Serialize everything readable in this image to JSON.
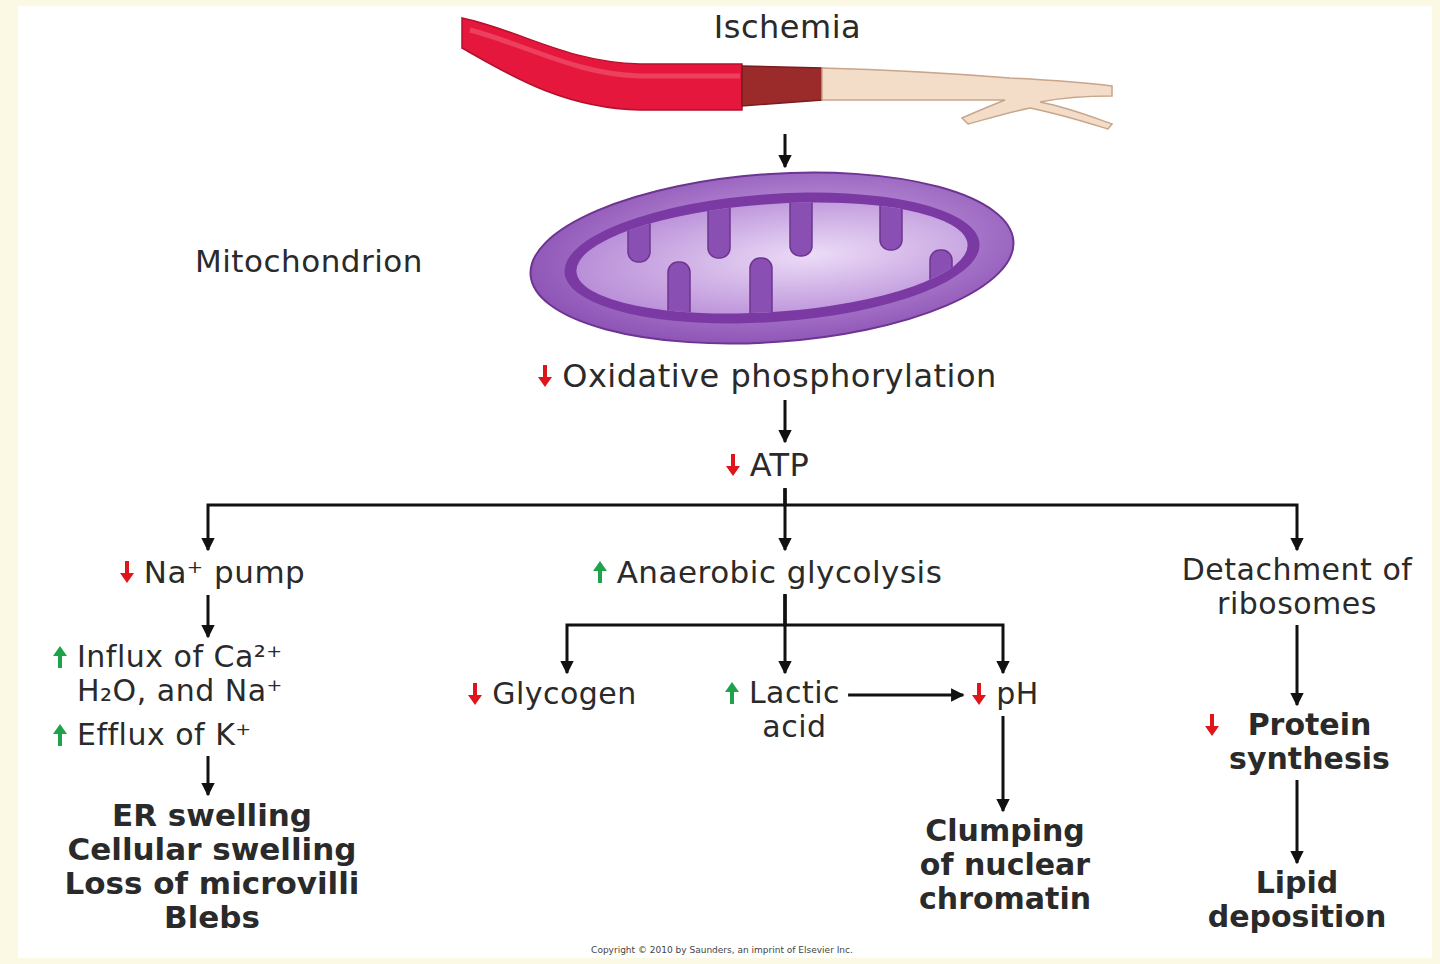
{
  "diagram": {
    "nodes": [
      {
        "text": [
          "Ischemia"
        ]
      },
      {
        "text": [
          "Mitochondrion"
        ]
      },
      {
        "text": [
          "Oxidative phosphorylation"
        ]
      },
      {
        "text": [
          "ATP"
        ]
      },
      {
        "text": [
          "Na⁺ pump"
        ]
      },
      {
        "text": [
          "Anaerobic glycolysis"
        ]
      },
      {
        "text": [
          "Detachment of ribosomes"
        ]
      },
      {
        "text": [
          "Influx of Ca²⁺ H₂O, and Na⁺",
          "Efflux of K⁺"
        ]
      },
      {
        "text": [
          "Glycogen"
        ]
      },
      {
        "text": [
          "Lactic acid"
        ]
      },
      {
        "text": [
          "pH"
        ]
      },
      {
        "text": [
          "Protein synthesis"
        ]
      },
      {
        "text": [
          "ER swelling",
          "Cellular swelling",
          "Loss of microvilli",
          "Blebs"
        ]
      },
      {
        "text": [
          "Clumping of nuclear chromatin"
        ]
      },
      {
        "text": [
          "Lipid deposition"
        ]
      }
    ],
    "edges": [
      {
        "from": 0,
        "to": 1,
        "arrow": "to"
      },
      {
        "from": 2,
        "to": 3,
        "arrow": "to"
      },
      {
        "from": 3,
        "to": 4,
        "arrow": "to"
      },
      {
        "from": 3,
        "to": 5,
        "arrow": "to"
      },
      {
        "from": 3,
        "to": 6,
        "arrow": "to"
      },
      {
        "from": 4,
        "to": 7,
        "arrow": "to"
      },
      {
        "from": 7,
        "to": 12,
        "arrow": "to"
      },
      {
        "from": 5,
        "to": 8,
        "arrow": "to"
      },
      {
        "from": 5,
        "to": 9,
        "arrow": "to"
      },
      {
        "from": 5,
        "to": 10,
        "arrow": "to"
      },
      {
        "from": 9,
        "to": 10,
        "arrow": "to"
      },
      {
        "from": 10,
        "to": 13,
        "arrow": "to"
      },
      {
        "from": 6,
        "to": 11,
        "arrow": "to"
      },
      {
        "from": 11,
        "to": 14,
        "arrow": "to"
      }
    ],
    "labels": [
      "Copyright © 2010 by Saunders, an imprint of Elsevier Inc."
    ]
  }
}
